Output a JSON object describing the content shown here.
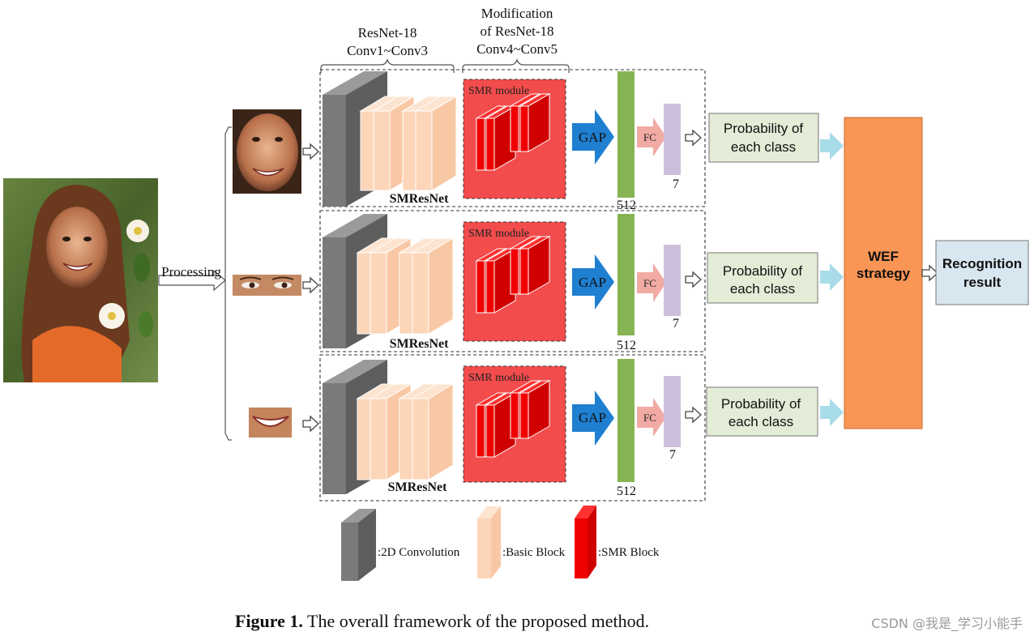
{
  "header": {
    "resnet_line1": "ResNet-18",
    "resnet_line2": "Conv1~Conv3",
    "mod_line1": "Modification",
    "mod_line2": "of ResNet-18",
    "mod_line3": "Conv4~Conv5"
  },
  "input": {
    "processing_label": "Processing"
  },
  "branches": [
    {
      "network_label": "SMResNet",
      "module_label": "SMR module",
      "gap_label": "GAP",
      "fc_label": "FC",
      "dim_512": "512",
      "dim_7": "7",
      "prob_line1": "Probability of",
      "prob_line2": "each class"
    },
    {
      "network_label": "SMResNet",
      "module_label": "SMR module",
      "gap_label": "GAP",
      "fc_label": "FC",
      "dim_512": "512",
      "dim_7": "7",
      "prob_line1": "Probability of",
      "prob_line2": "each class"
    },
    {
      "network_label": "SMResNet",
      "module_label": "SMR module",
      "gap_label": "GAP",
      "fc_label": "FC",
      "dim_512": "512",
      "dim_7": "7",
      "prob_line1": "Probability of",
      "prob_line2": "each class"
    }
  ],
  "wef": {
    "line1": "WEF",
    "line2": "strategy"
  },
  "result": {
    "line1": "Recognition",
    "line2": "result"
  },
  "legend": {
    "conv": ":2D Convolution",
    "basic": ":Basic Block",
    "smr": ":SMR Block"
  },
  "caption": {
    "label": "Figure 1.",
    "text": " The overall framework of the proposed method."
  },
  "watermark": "CSDN @我是_学习小能手",
  "colors": {
    "conv_gray": "#7a7a7a",
    "basic_peach": "#fdd5b8",
    "smr_red": "#f24c4c",
    "gap_blue": "#1f7fd1",
    "vec_green": "#86b452",
    "fc_pink": "#f2aaa4",
    "vec_lavender": "#cdbfdc",
    "prob_green": "#e3ecd6",
    "wef_orange": "#f99555",
    "result_blue": "#d8e6f0",
    "arrow_cyan": "#a8dce8"
  }
}
